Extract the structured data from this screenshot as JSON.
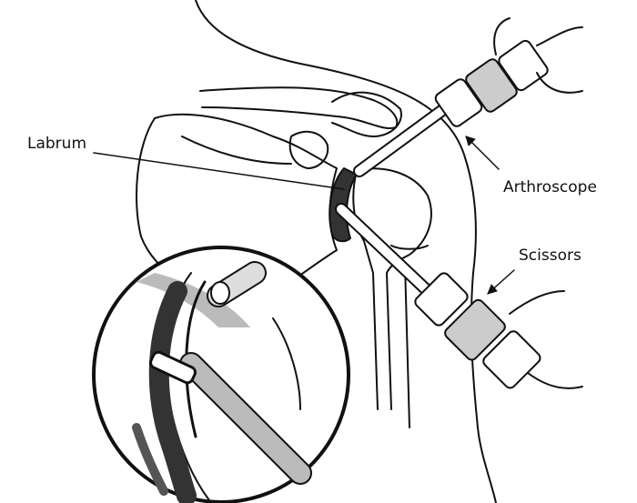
{
  "labels": {
    "labrum": "Labrum",
    "arthroscope": "Arthroscope",
    "scissors": "Scissors"
  },
  "colors": {
    "ink": "#111111",
    "shade": "#9a9a9a",
    "dark": "#444444",
    "background": "#ffffff"
  }
}
